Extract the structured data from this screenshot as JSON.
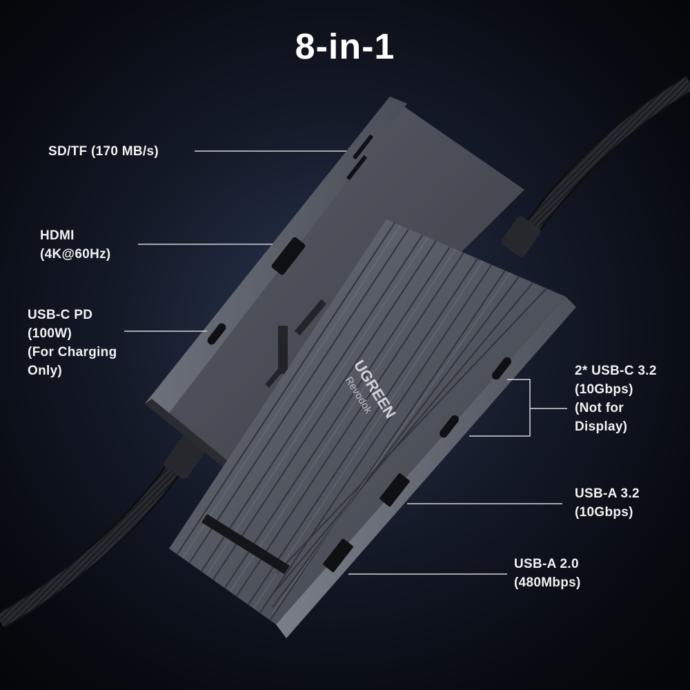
{
  "title": "8-in-1",
  "product": {
    "brand": "UGREEN",
    "model": "Revodok"
  },
  "ports": {
    "sd_tf": [
      "SD/TF (170 MB/s)"
    ],
    "hdmi": [
      "HDMI",
      "(4K@60Hz)"
    ],
    "usb_c_pd": [
      "USB-C PD",
      "(100W)",
      "(For Charging",
      "Only)"
    ],
    "usb_c_32": [
      "2* USB-C 3.2",
      "(10Gbps)",
      "(Not for",
      "Display)"
    ],
    "usb_a_32": [
      "USB-A 3.2",
      "(10Gbps)"
    ],
    "usb_a_20": [
      "USB-A 2.0",
      "(480Mbps)"
    ]
  },
  "colors": {
    "background": "#0b0f18",
    "hub_body": "#4b4f58",
    "cable": "#1a1c20",
    "callout_line": "#d8d8d8"
  }
}
